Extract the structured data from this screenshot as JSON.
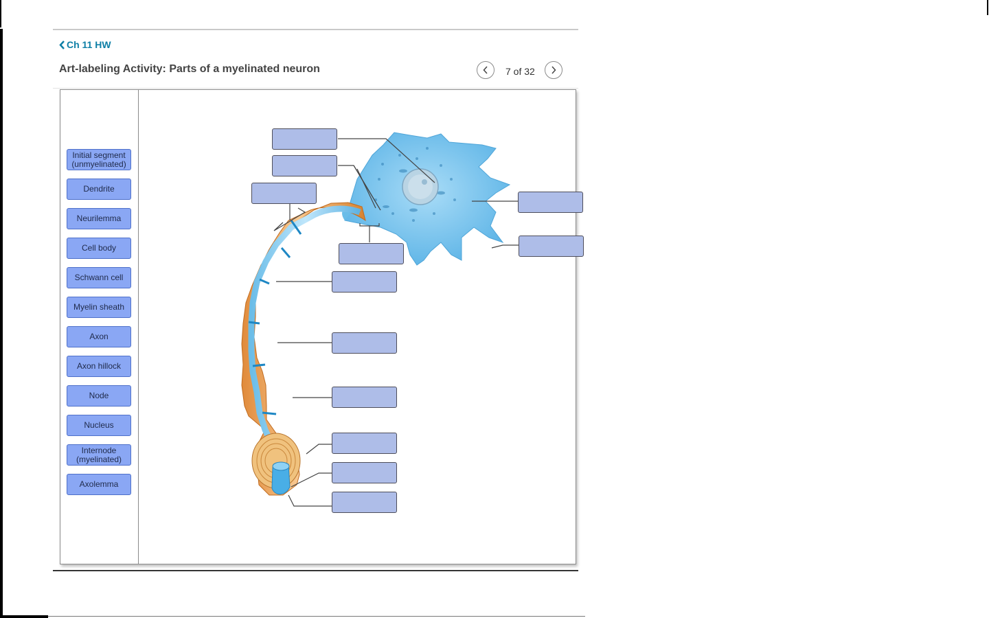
{
  "header": {
    "back_link": "Ch 11 HW",
    "title": "Art-labeling Activity: Parts of a myelinated neuron",
    "page_count": "7 of 32"
  },
  "label_bank": [
    "Initial segment (unmyelinated)",
    "Dendrite",
    "Neurilemma",
    "Cell body",
    "Schwann cell",
    "Myelin sheath",
    "Axon",
    "Axon hillock",
    "Node",
    "Nucleus",
    "Internode (myelinated)",
    "Axolemma"
  ],
  "colors": {
    "link": "#0e7fa6",
    "chip": "#8aa7f4",
    "drop_target": "#aebde8",
    "neuron": "#62b6e8",
    "myelin": "#f0a85c"
  },
  "icons": [
    "chevron-left-icon",
    "chevron-right-icon"
  ]
}
